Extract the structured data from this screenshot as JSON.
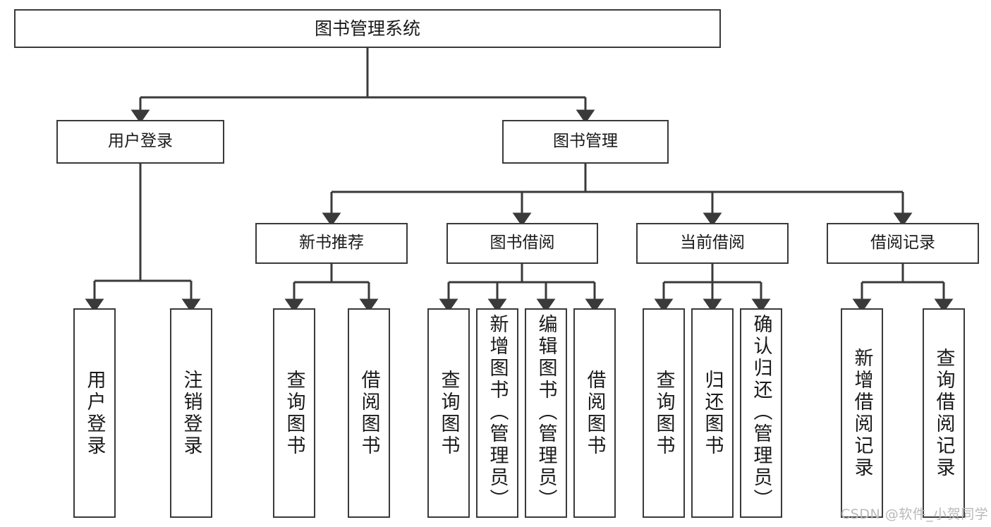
{
  "diagram": {
    "title_node": {
      "label": "图书管理系统"
    },
    "level2": [
      {
        "label": "用户登录"
      },
      {
        "label": "图书管理"
      }
    ],
    "level3": [
      {
        "label": "新书推荐"
      },
      {
        "label": "图书借阅"
      },
      {
        "label": "当前借阅"
      },
      {
        "label": "借阅记录"
      }
    ],
    "leaves": [
      {
        "label": "用户登录"
      },
      {
        "label": "注销登录"
      },
      {
        "label": "查询图书"
      },
      {
        "label": "借阅图书"
      },
      {
        "label": "查询图书"
      },
      {
        "label": "新增图书（管理员）"
      },
      {
        "label": "编辑图书（管理员）"
      },
      {
        "label": "借阅图书"
      },
      {
        "label": "查询图书"
      },
      {
        "label": "归还图书"
      },
      {
        "label": "确认归还（管理员）"
      },
      {
        "label": "新增借阅记录"
      },
      {
        "label": "查询借阅记录"
      }
    ]
  },
  "watermark": {
    "text": "CSDN @软件_小贺同学"
  },
  "colors": {
    "stroke": "#3a3a3a",
    "fill": "#ffffff",
    "text": "#1a1a1a",
    "watermark": "#b9b9b9"
  }
}
